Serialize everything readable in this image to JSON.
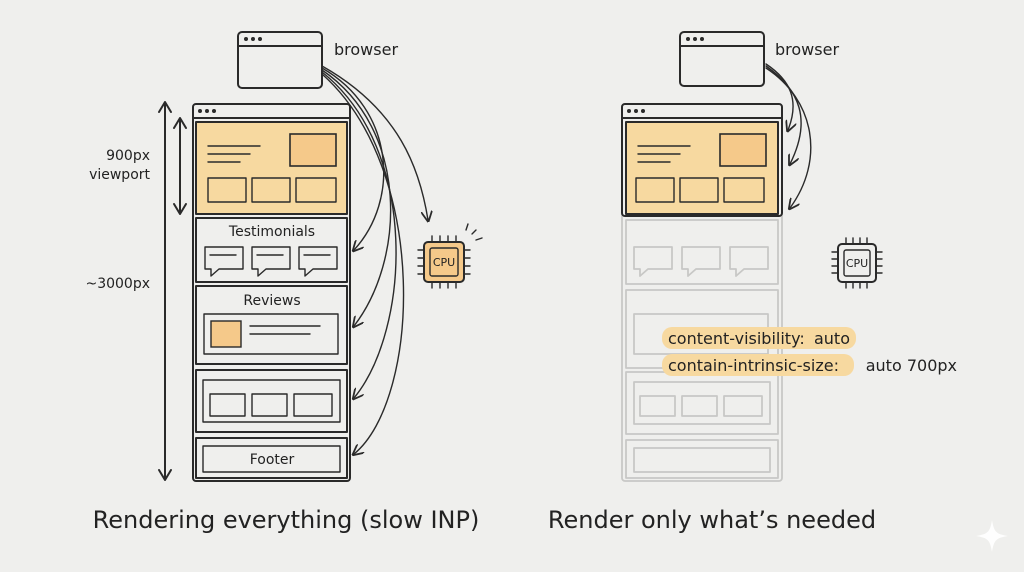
{
  "left": {
    "browser_label": "browser",
    "viewport_label_line1": "900px",
    "viewport_label_line2": "viewport",
    "page_height_label": "~3000px",
    "section_testimonials": "Testimonials",
    "section_reviews": "Reviews",
    "section_footer": "Footer",
    "cpu_label": "CPU",
    "caption": "Rendering everything (slow INP)"
  },
  "right": {
    "browser_label": "browser",
    "cpu_label": "CPU",
    "code_line1_property": "content-visibility:",
    "code_line1_value": "auto",
    "code_line2_property": "contain-intrinsic-size:",
    "code_line2_value": "auto 700px",
    "caption": "Render only what’s needed"
  },
  "colors": {
    "highlight": "#f7d9a0",
    "ink": "#2a2a2a",
    "faded": "#c8c8c6",
    "background": "#efefed"
  },
  "icons": [
    "browser-window-icon",
    "cpu-chip-icon",
    "sparkle-icon"
  ]
}
